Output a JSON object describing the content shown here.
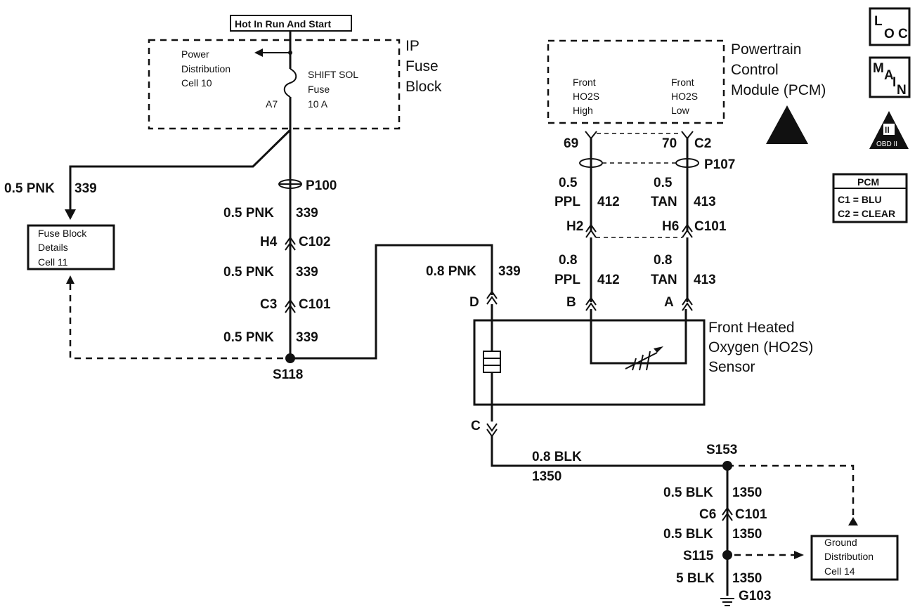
{
  "header_box": "Hot In Run And Start",
  "ip_fuse_block": {
    "title_1": "IP",
    "title_2": "Fuse",
    "title_3": "Block",
    "power_dist_1": "Power",
    "power_dist_2": "Distribution",
    "power_dist_3": "Cell 10",
    "fuse_1": "SHIFT SOL",
    "fuse_2": "Fuse",
    "fuse_3": "10 A",
    "pin": "A7"
  },
  "pcm": {
    "title_1": "Powertrain",
    "title_2": "Control",
    "title_3": "Module (PCM)",
    "left_1": "Front",
    "left_2": "HO2S",
    "left_3": "High",
    "right_1": "Front",
    "right_2": "HO2S",
    "right_3": "Low",
    "pin_left": "69",
    "pin_right": "70",
    "conn": "C2",
    "p107": "P107"
  },
  "icons": {
    "loc_l": "L",
    "loc_oc": "O C",
    "main_m": "M",
    "main_a": "A",
    "main_i": "I",
    "main_n": "N",
    "obd": "OBD II",
    "obd_roman": "II"
  },
  "pcm_legend": {
    "title": "PCM",
    "c1": "C1 = BLU",
    "c2": "C2 = CLEAR"
  },
  "left_circuit": {
    "branch_wire": "0.5 PNK",
    "branch_num": "339",
    "fuse_details_1": "Fuse Block",
    "fuse_details_2": "Details",
    "fuse_details_3": "Cell 11",
    "p100": "P100",
    "w1": "0.5 PNK",
    "n1": "339",
    "h4": "H4",
    "c102": "C102",
    "w2": "0.5 PNK",
    "n2": "339",
    "c3": "C3",
    "c101": "C101",
    "w3": "0.5 PNK",
    "n3": "339",
    "s118": "S118"
  },
  "sensor": {
    "feed_wire": "0.8 PNK",
    "feed_num": "339",
    "pin_d": "D",
    "pin_b": "B",
    "pin_a": "A",
    "pin_c": "C",
    "title_1": "Front Heated",
    "title_2": "Oxygen (HO2S)",
    "title_3": "Sensor"
  },
  "pcm_wires": {
    "ppl_g": "0.5",
    "ppl_c": "PPL",
    "ppl_n": "412",
    "tan_g": "0.5",
    "tan_c": "TAN",
    "tan_n": "413",
    "h2": "H2",
    "h6": "H6",
    "c101": "C101",
    "ppl2_g": "0.8",
    "ppl2_c": "PPL",
    "ppl2_n": "412",
    "tan2_g": "0.8",
    "tan2_c": "TAN",
    "tan2_n": "413"
  },
  "ground": {
    "blk_wire": "0.8 BLK",
    "blk_num": "1350",
    "s153": "S153",
    "w1": "0.5 BLK",
    "n1": "1350",
    "c6": "C6",
    "c101": "C101",
    "w2": "0.5 BLK",
    "n2": "1350",
    "s115": "S115",
    "w3": "5 BLK",
    "n3": "1350",
    "g103": "G103",
    "gd_1": "Ground",
    "gd_2": "Distribution",
    "gd_3": "Cell 14"
  }
}
